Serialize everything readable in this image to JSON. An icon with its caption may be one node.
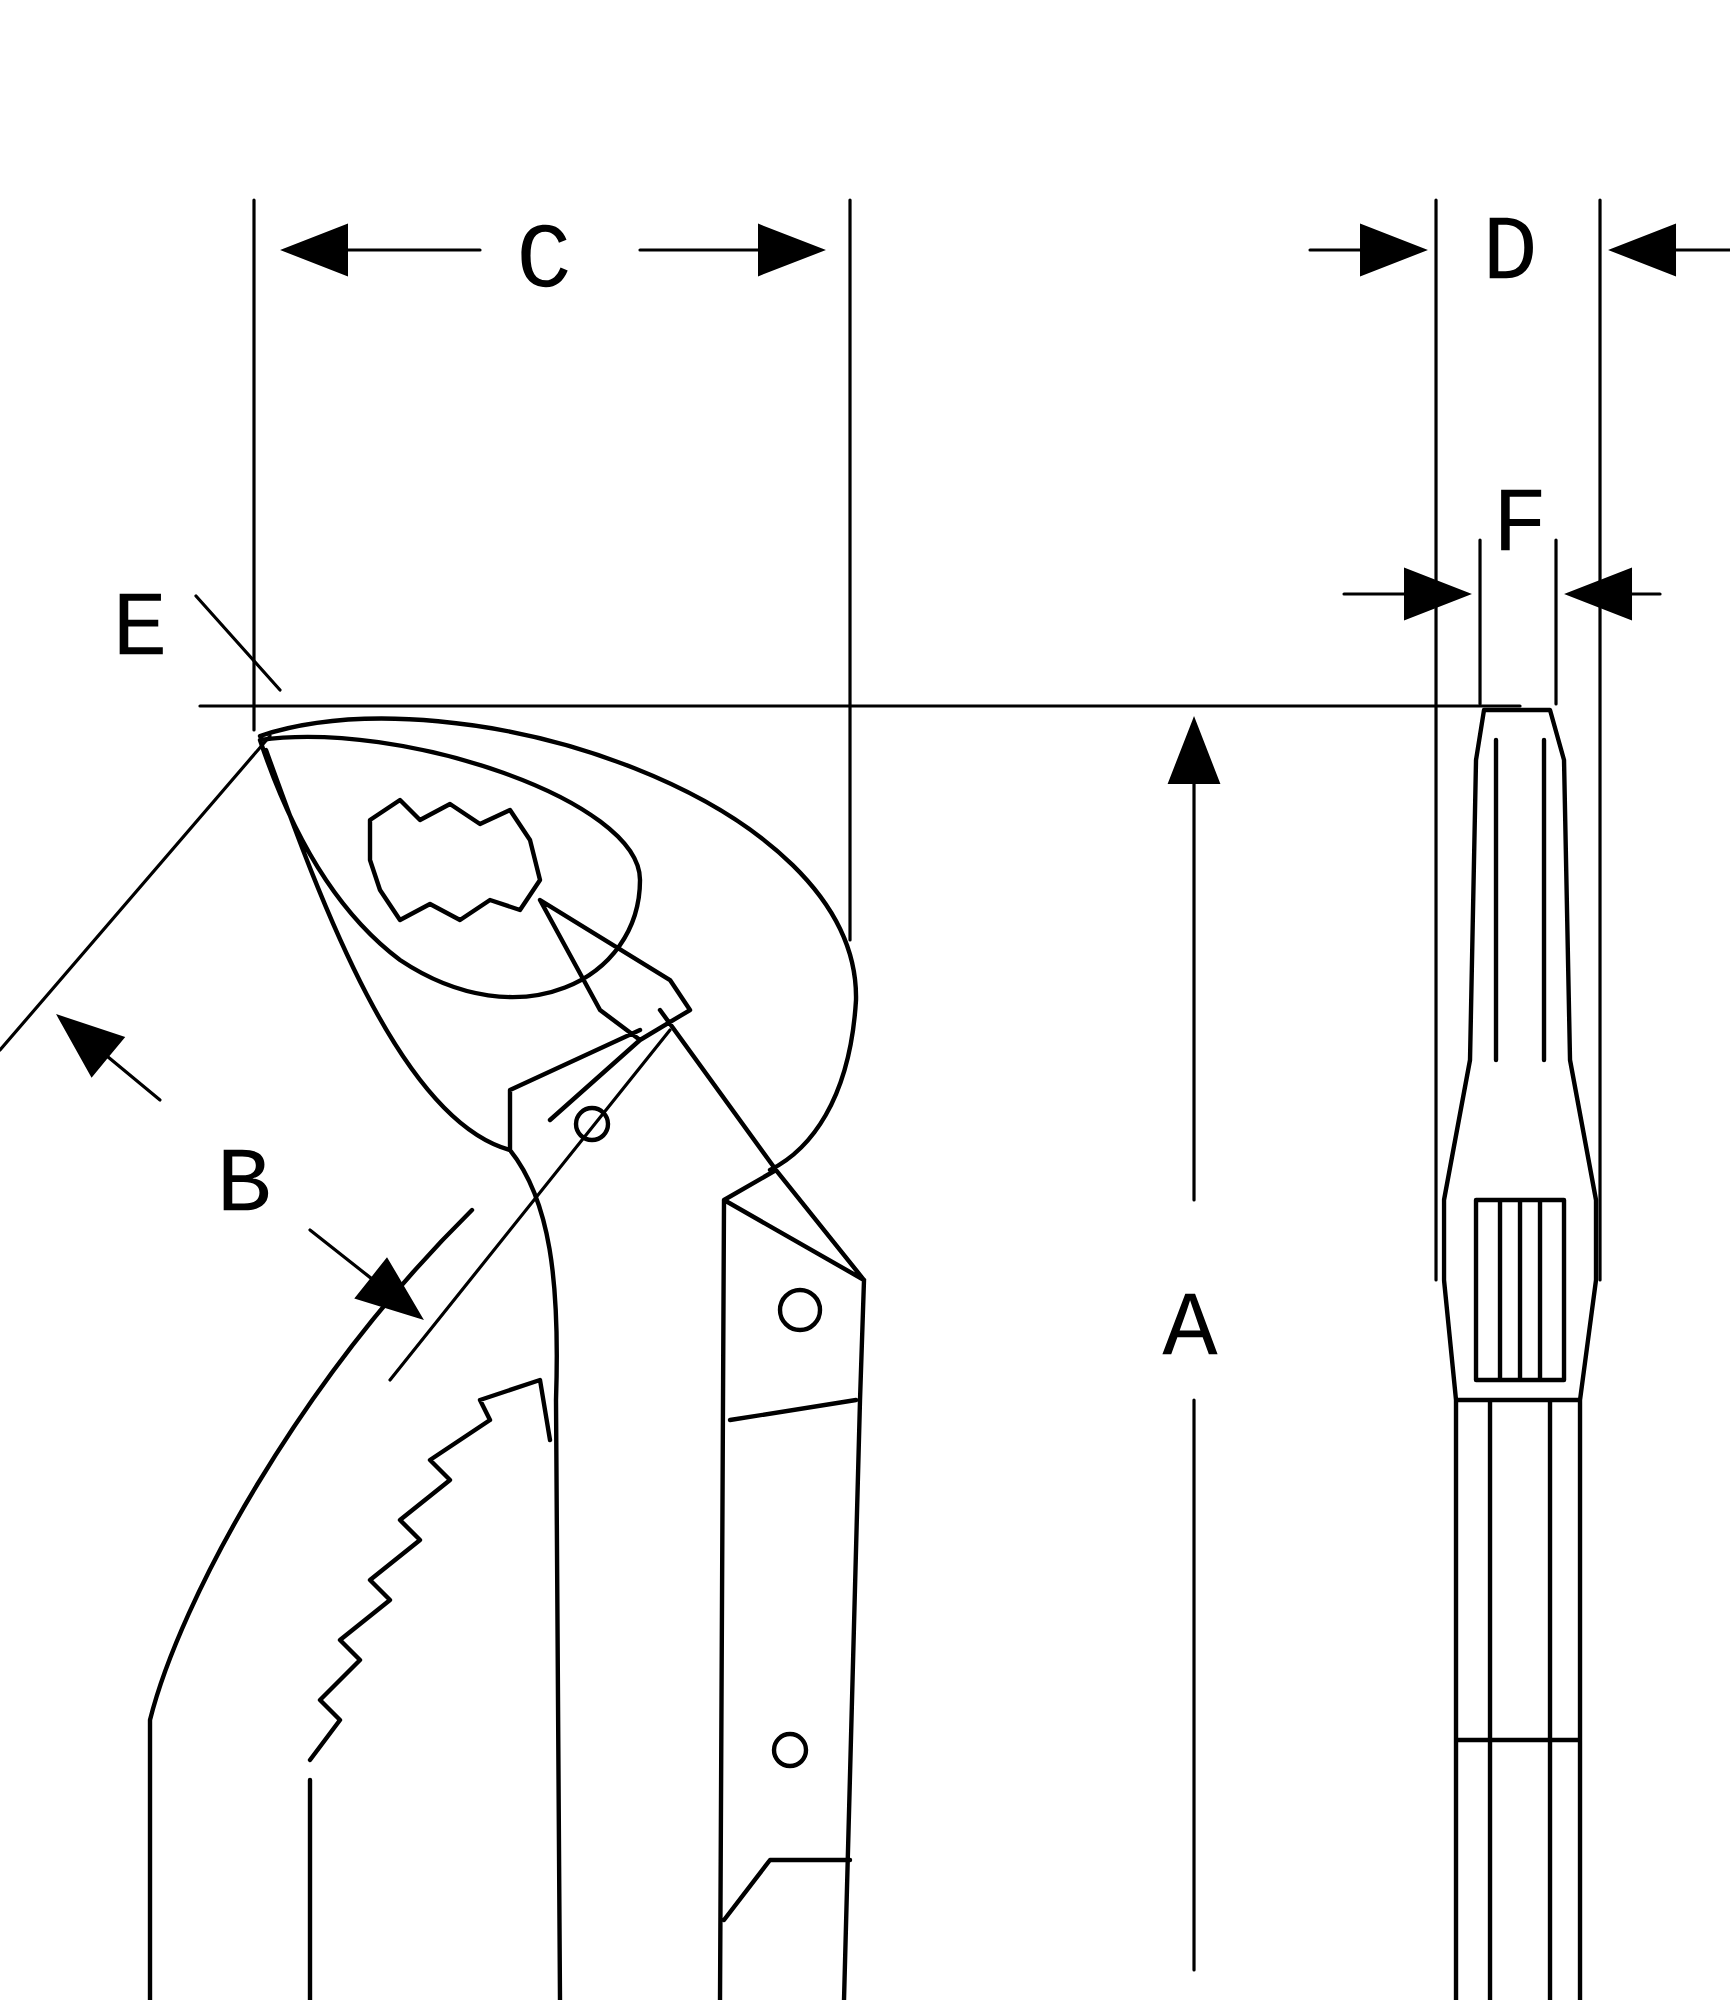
{
  "diagram": {
    "labels": [
      "C",
      "D",
      "F",
      "E",
      "B",
      "A"
    ]
  }
}
